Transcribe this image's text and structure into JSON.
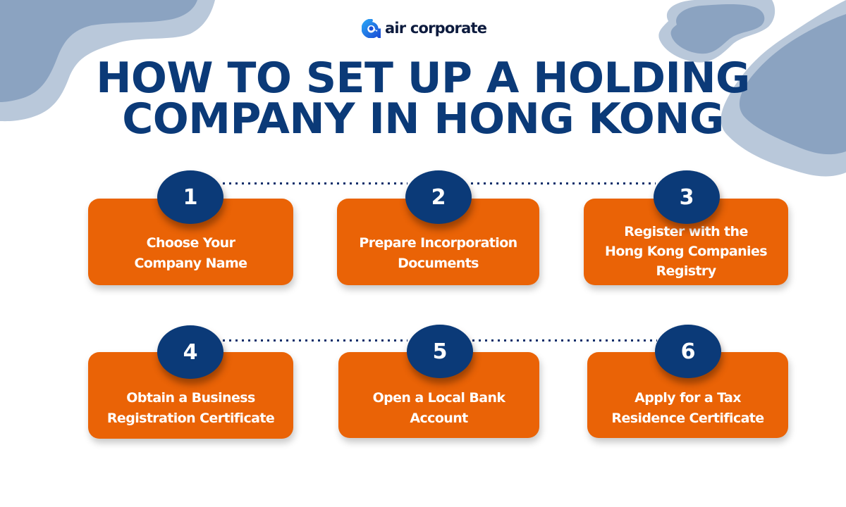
{
  "brand": {
    "name": "air corporate",
    "icon": "air-corporate-logo-icon"
  },
  "title": {
    "line1": "HOW TO SET UP A HOLDING",
    "line2": "COMPANY IN HONG KONG"
  },
  "steps": [
    {
      "number": "1",
      "lines": [
        "Choose Your",
        "Company Name"
      ]
    },
    {
      "number": "2",
      "lines": [
        "Prepare Incorporation",
        "Documents"
      ]
    },
    {
      "number": "3",
      "lines": [
        "Register with the",
        "Hong Kong Companies",
        "Registry"
      ]
    },
    {
      "number": "4",
      "lines": [
        "Obtain a Business",
        "Registration Certificate"
      ]
    },
    {
      "number": "5",
      "lines": [
        "Open a Local Bank",
        "Account"
      ]
    },
    {
      "number": "6",
      "lines": [
        "Apply for a Tax",
        "Residence Certificate"
      ]
    }
  ],
  "colors": {
    "title": "#0b3a78",
    "card": "#ea6306",
    "badge": "#0b3a78",
    "blob_dark": "#8ba3c1",
    "blob_light": "#b9c8da",
    "connector": "#0b2f6b"
  }
}
